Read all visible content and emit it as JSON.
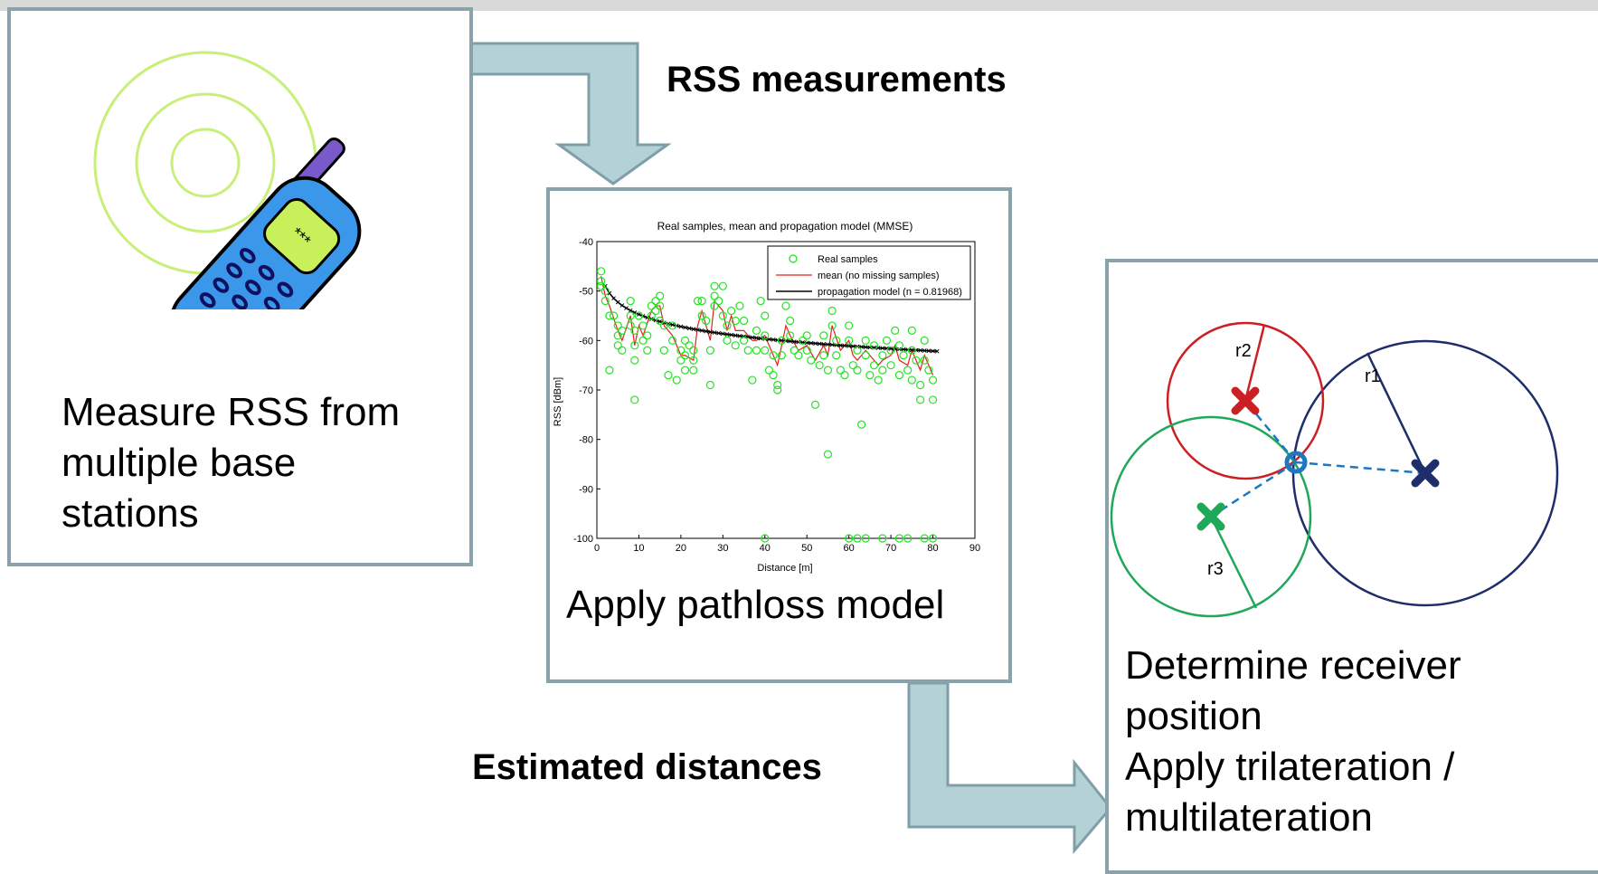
{
  "steps": {
    "measure": "Measure RSS from multiple base stations",
    "pathloss": "Apply pathloss model",
    "position_line1": "Determine receiver position",
    "position_line2": "Apply trilateration / multilateration"
  },
  "arrow_labels": {
    "rss": "RSS measurements",
    "distances": "Estimated distances"
  },
  "phone_screen": "***",
  "trilateration": {
    "radius_labels": [
      "r1",
      "r2",
      "r3"
    ],
    "colors": {
      "r1": "#1f2d6b",
      "r2": "#cc1f24",
      "r3": "#1fa85a",
      "receiver": "#1f77c0"
    }
  },
  "chart_data": {
    "type": "scatter",
    "title": "Real samples, mean and propagation model (MMSE)",
    "xlabel": "Distance [m]",
    "ylabel": "RSS [dBm]",
    "xlim": [
      0,
      90
    ],
    "ylim": [
      -100,
      -40
    ],
    "xticks": [
      0,
      10,
      20,
      30,
      40,
      50,
      60,
      70,
      80,
      90
    ],
    "yticks": [
      -40,
      -50,
      -60,
      -70,
      -80,
      -90,
      -100
    ],
    "legend": [
      "Real samples",
      "mean (no missing samples)",
      "propagation model (n = 0.81968)"
    ],
    "legend_position": "top-right",
    "series": [
      {
        "name": "Real samples",
        "points": [
          [
            1,
            -46
          ],
          [
            1,
            -48
          ],
          [
            1,
            -49
          ],
          [
            2,
            -50
          ],
          [
            2,
            -52
          ],
          [
            3,
            -55
          ],
          [
            3,
            -66
          ],
          [
            4,
            -55
          ],
          [
            5,
            -57
          ],
          [
            5,
            -59
          ],
          [
            5,
            -61
          ],
          [
            6,
            -62
          ],
          [
            6,
            -58
          ],
          [
            8,
            -52
          ],
          [
            8,
            -55
          ],
          [
            8,
            -57
          ],
          [
            9,
            -58
          ],
          [
            9,
            -61
          ],
          [
            9,
            -64
          ],
          [
            9,
            -72
          ],
          [
            10,
            -55
          ],
          [
            11,
            -57
          ],
          [
            11,
            -60
          ],
          [
            12,
            -59
          ],
          [
            12,
            -62
          ],
          [
            13,
            -53
          ],
          [
            13,
            -55
          ],
          [
            14,
            -52
          ],
          [
            14,
            -54
          ],
          [
            15,
            -51
          ],
          [
            15,
            -53
          ],
          [
            15,
            -56
          ],
          [
            16,
            -57
          ],
          [
            16,
            -62
          ],
          [
            17,
            -67
          ],
          [
            18,
            -57
          ],
          [
            18,
            -60
          ],
          [
            19,
            -68
          ],
          [
            20,
            -62
          ],
          [
            20,
            -64
          ],
          [
            21,
            -60
          ],
          [
            21,
            -63
          ],
          [
            21,
            -66
          ],
          [
            22,
            -61
          ],
          [
            23,
            -62
          ],
          [
            23,
            -64
          ],
          [
            23,
            -66
          ],
          [
            24,
            -52
          ],
          [
            25,
            -52
          ],
          [
            25,
            -55
          ],
          [
            26,
            -56
          ],
          [
            27,
            -62
          ],
          [
            27,
            -69
          ],
          [
            28,
            -49
          ],
          [
            28,
            -51
          ],
          [
            28,
            -53
          ],
          [
            29,
            -52
          ],
          [
            30,
            -49
          ],
          [
            30,
            -55
          ],
          [
            31,
            -57
          ],
          [
            31,
            -60
          ],
          [
            32,
            -54
          ],
          [
            33,
            -56
          ],
          [
            33,
            -61
          ],
          [
            34,
            -53
          ],
          [
            35,
            -56
          ],
          [
            35,
            -60
          ],
          [
            36,
            -62
          ],
          [
            37,
            -68
          ],
          [
            38,
            -58
          ],
          [
            38,
            -62
          ],
          [
            39,
            -52
          ],
          [
            40,
            -55
          ],
          [
            40,
            -59
          ],
          [
            40,
            -62
          ],
          [
            41,
            -66
          ],
          [
            42,
            -63
          ],
          [
            42,
            -67
          ],
          [
            43,
            -69
          ],
          [
            43,
            -70
          ],
          [
            44,
            -60
          ],
          [
            44,
            -63
          ],
          [
            45,
            -53
          ],
          [
            46,
            -56
          ],
          [
            46,
            -59
          ],
          [
            47,
            -62
          ],
          [
            48,
            -63
          ],
          [
            49,
            -60
          ],
          [
            50,
            -59
          ],
          [
            50,
            -62
          ],
          [
            51,
            -64
          ],
          [
            52,
            -73
          ],
          [
            53,
            -65
          ],
          [
            54,
            -59
          ],
          [
            54,
            -63
          ],
          [
            55,
            -66
          ],
          [
            55,
            -83
          ],
          [
            56,
            -54
          ],
          [
            56,
            -57
          ],
          [
            57,
            -60
          ],
          [
            57,
            -63
          ],
          [
            58,
            -66
          ],
          [
            59,
            -67
          ],
          [
            60,
            -57
          ],
          [
            60,
            -60
          ],
          [
            61,
            -65
          ],
          [
            62,
            -62
          ],
          [
            62,
            -66
          ],
          [
            63,
            -77
          ],
          [
            64,
            -60
          ],
          [
            64,
            -63
          ],
          [
            65,
            -67
          ],
          [
            66,
            -61
          ],
          [
            66,
            -65
          ],
          [
            67,
            -68
          ],
          [
            68,
            -63
          ],
          [
            68,
            -66
          ],
          [
            69,
            -60
          ],
          [
            70,
            -62
          ],
          [
            70,
            -65
          ],
          [
            71,
            -58
          ],
          [
            72,
            -61
          ],
          [
            72,
            -67
          ],
          [
            73,
            -63
          ],
          [
            74,
            -66
          ],
          [
            75,
            -58
          ],
          [
            75,
            -62
          ],
          [
            75,
            -68
          ],
          [
            76,
            -64
          ],
          [
            77,
            -69
          ],
          [
            77,
            -72
          ],
          [
            78,
            -60
          ],
          [
            78,
            -64
          ],
          [
            79,
            -66
          ],
          [
            80,
            -68
          ],
          [
            80,
            -72
          ],
          [
            40,
            -100
          ],
          [
            60,
            -100
          ],
          [
            62,
            -100
          ],
          [
            64,
            -100
          ],
          [
            68,
            -100
          ],
          [
            72,
            -100
          ],
          [
            74,
            -100
          ],
          [
            78,
            -100
          ],
          [
            80,
            -100
          ]
        ]
      },
      {
        "name": "mean (no missing samples)",
        "points": [
          [
            1,
            -47
          ],
          [
            2,
            -51
          ],
          [
            3,
            -53
          ],
          [
            5,
            -58
          ],
          [
            6,
            -60
          ],
          [
            8,
            -55
          ],
          [
            9,
            -61
          ],
          [
            10,
            -57
          ],
          [
            11,
            -59
          ],
          [
            13,
            -54
          ],
          [
            14,
            -53
          ],
          [
            15,
            -53
          ],
          [
            16,
            -57
          ],
          [
            18,
            -59
          ],
          [
            20,
            -63
          ],
          [
            21,
            -63
          ],
          [
            23,
            -64
          ],
          [
            24,
            -57
          ],
          [
            25,
            -54
          ],
          [
            27,
            -60
          ],
          [
            28,
            -52
          ],
          [
            30,
            -54
          ],
          [
            31,
            -58
          ],
          [
            32,
            -55
          ],
          [
            33,
            -58
          ],
          [
            35,
            -58
          ],
          [
            37,
            -60
          ],
          [
            38,
            -60
          ],
          [
            40,
            -59
          ],
          [
            42,
            -63
          ],
          [
            43,
            -65
          ],
          [
            45,
            -57
          ],
          [
            46,
            -59
          ],
          [
            48,
            -62
          ],
          [
            50,
            -61
          ],
          [
            52,
            -64
          ],
          [
            54,
            -61
          ],
          [
            55,
            -63
          ],
          [
            56,
            -57
          ],
          [
            58,
            -62
          ],
          [
            60,
            -60
          ],
          [
            61,
            -63
          ],
          [
            62,
            -64
          ],
          [
            64,
            -62
          ],
          [
            65,
            -63
          ],
          [
            67,
            -65
          ],
          [
            68,
            -64
          ],
          [
            70,
            -63
          ],
          [
            71,
            -61
          ],
          [
            72,
            -64
          ],
          [
            74,
            -65
          ],
          [
            75,
            -62
          ],
          [
            77,
            -66
          ],
          [
            78,
            -63
          ],
          [
            80,
            -67
          ]
        ]
      },
      {
        "name": "propagation model (n = 0.81968)",
        "model": {
          "p0": -49,
          "d0": 2,
          "n": 0.81968,
          "step": 1,
          "from": 2,
          "to": 81
        }
      }
    ]
  }
}
